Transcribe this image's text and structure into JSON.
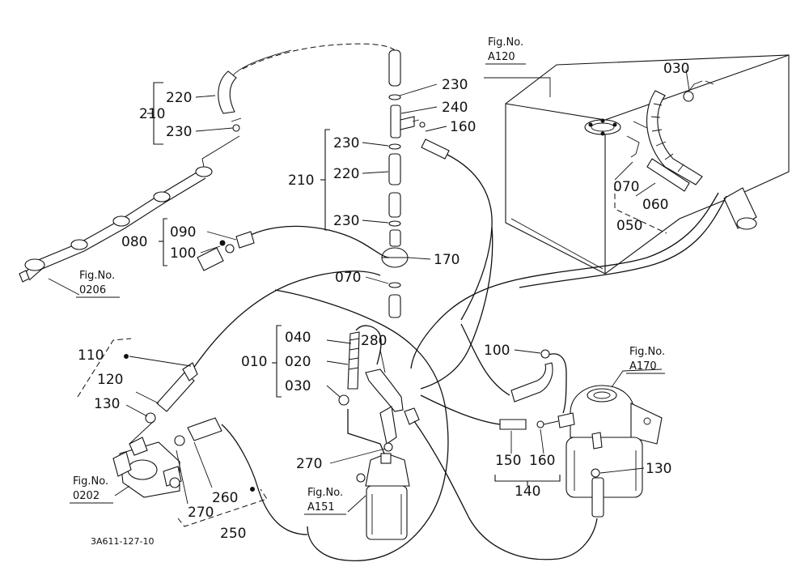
{
  "labels": {
    "l010": "010",
    "l020": "020",
    "l030a": "030",
    "l030b": "030",
    "l040": "040",
    "l050": "050",
    "l060": "060",
    "l070a": "070",
    "l070b": "070",
    "l080": "080",
    "l090": "090",
    "l100a": "100",
    "l100b": "100",
    "l110": "110",
    "l120": "120",
    "l130a": "130",
    "l130b": "130",
    "l140": "140",
    "l150": "150",
    "l160a": "160",
    "l160b": "160",
    "l170": "170",
    "l210a": "210",
    "l210b": "210",
    "l220a": "220",
    "l220b": "220",
    "l230a": "230",
    "l230b": "230",
    "l230c": "230",
    "l230d": "230",
    "l240": "240",
    "l250": "250",
    "l260": "260",
    "l270a": "270",
    "l270b": "270",
    "l280": "280"
  },
  "figs": {
    "a120_t": "Fig.No.",
    "a120_n": "A120",
    "a170_t": "Fig.No.",
    "a170_n": "A170",
    "a151_t": "Fig.No.",
    "a151_n": "A151",
    "f0202_t": "Fig.No.",
    "f0202_n": "0202",
    "f0206_t": "Fig.No.",
    "f0206_n": "0206"
  },
  "drawing_code": "3A611-127-10"
}
